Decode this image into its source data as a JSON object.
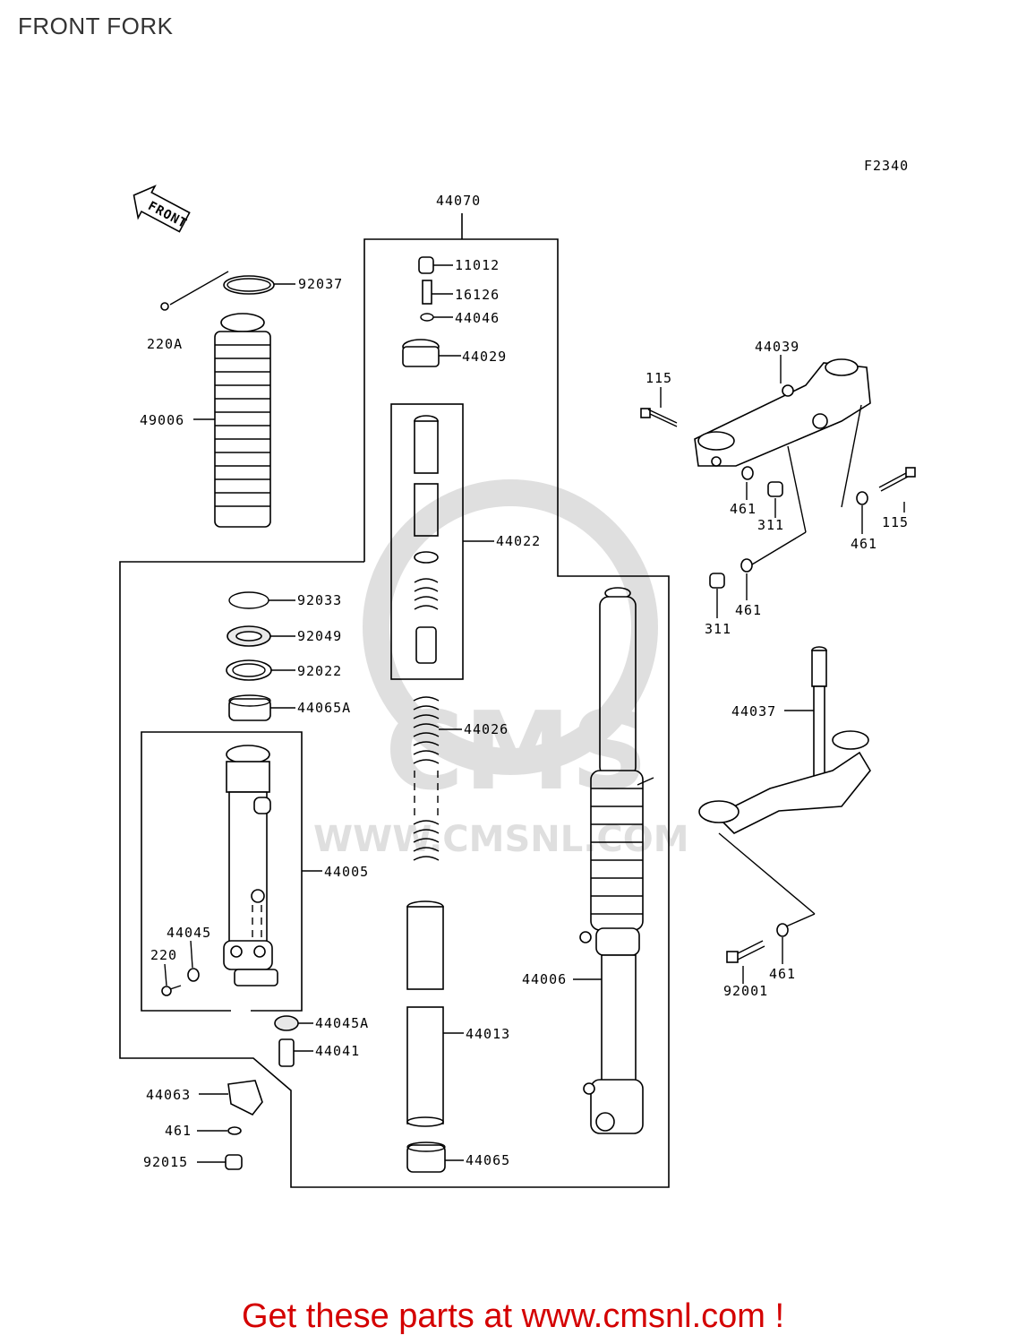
{
  "title": "FRONT FORK",
  "figure_code": "F2340",
  "direction_label": "FRONT",
  "footer_text": "Get these parts at www.cmsnl.com !",
  "watermark": {
    "brand": "CMS",
    "url": "WWW.CMSNL.COM"
  },
  "parts": [
    "44070",
    "11012",
    "16126",
    "44046",
    "44029",
    "44022",
    "44026",
    "44013",
    "44065",
    "44006",
    "92037",
    "220A",
    "49006",
    "92033",
    "92049",
    "92022",
    "44065A",
    "44005",
    "44045",
    "220",
    "44045A",
    "44041",
    "44063",
    "461",
    "92015",
    "44039",
    "115",
    "115",
    "461",
    "311",
    "461",
    "461",
    "311",
    "44037",
    "92001",
    "461"
  ]
}
